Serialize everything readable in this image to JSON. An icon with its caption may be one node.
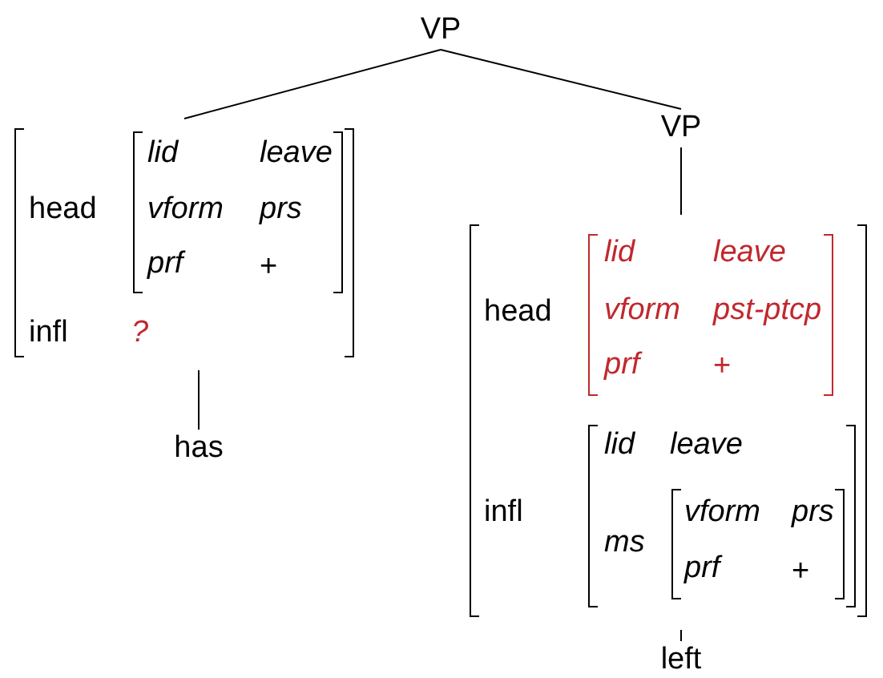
{
  "diagram": {
    "nodes": [
      {
        "text": [
          "VP"
        ]
      },
      {
        "text": [
          "head",
          "infl",
          "?"
        ]
      },
      {
        "text": [
          "lid",
          "leave",
          "vform",
          "prs",
          "prf",
          "+"
        ],
        "in": 1
      },
      {
        "text": [
          "VP"
        ]
      },
      {
        "text": [
          "head",
          "infl"
        ]
      },
      {
        "text": [
          "lid",
          "leave",
          "vform",
          "pst-ptcp",
          "prf",
          "+"
        ],
        "in": 4
      },
      {
        "text": [
          "lid",
          "leave",
          "ms"
        ],
        "in": 4
      },
      {
        "text": [
          "vform",
          "prs",
          "prf",
          "+"
        ],
        "in": 6
      },
      {
        "text": [
          "has"
        ]
      },
      {
        "text": [
          "left"
        ]
      }
    ],
    "edges": [
      {
        "from": 0,
        "to": 1,
        "arrow": "none"
      },
      {
        "from": 0,
        "to": 3,
        "arrow": "none"
      },
      {
        "from": 1,
        "to": 8,
        "arrow": "none"
      },
      {
        "from": 3,
        "to": 4,
        "arrow": "none"
      },
      {
        "from": 4,
        "to": 9,
        "arrow": "none"
      }
    ]
  }
}
